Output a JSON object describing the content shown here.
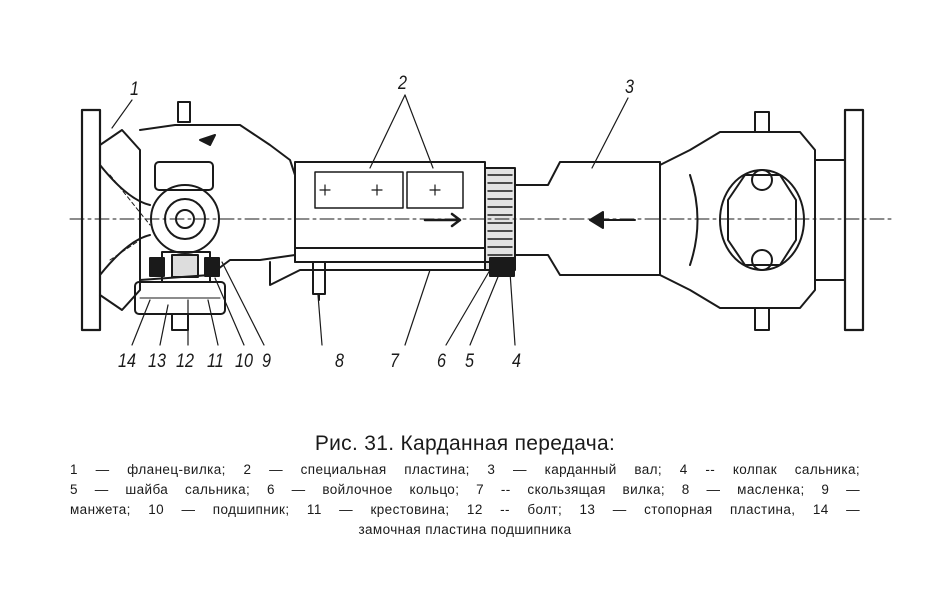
{
  "figure": {
    "part_labels": {
      "n1": "1",
      "n2": "2",
      "n3": "3",
      "n4": "4",
      "n5": "5",
      "n6": "6",
      "n7": "7",
      "n8": "8",
      "n9": "9",
      "n10": "10",
      "n11": "11",
      "n12": "12",
      "n13": "13",
      "n14": "14"
    }
  },
  "caption": {
    "title": "Рис. 31. Карданная передача:",
    "lines": [
      "1 — фланец-вилка; 2 — специальная пластина; 3 — карданный вал; 4 -- колпак сальника;",
      "5 — шайба сальника; 6 — войлочное кольцо; 7 -- скользящая вилка; 8 — масленка; 9 —",
      "манжета; 10 — подшипник; 11 — крестовина; 12 -- болт; 13 — стопорная пластина, 14 —",
      "замочная пластина подшипника"
    ]
  }
}
